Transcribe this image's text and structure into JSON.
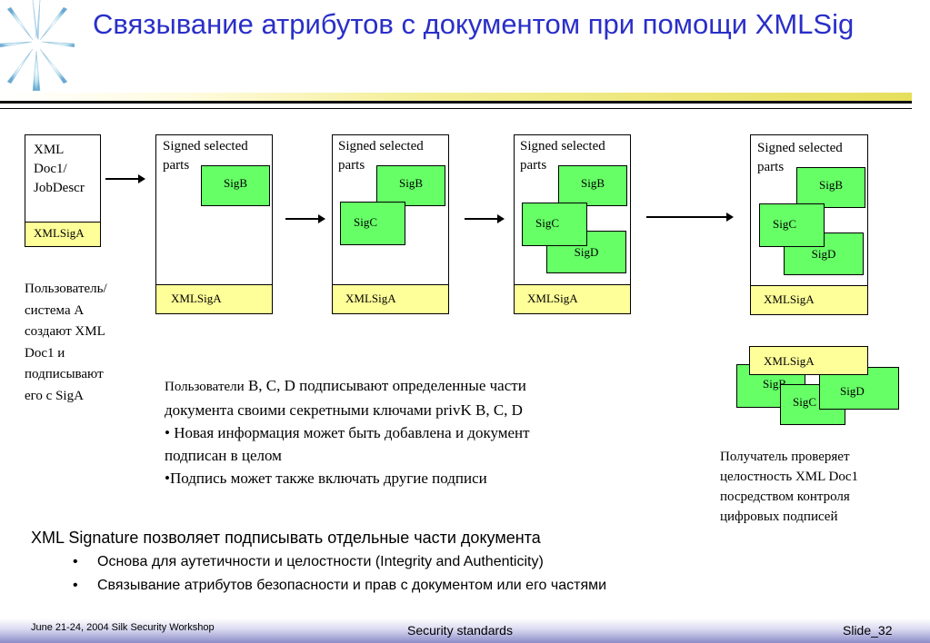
{
  "title": "Связывание атрибутов с документом при помощи XMLSig",
  "doc_box": {
    "text_lines": [
      "XML",
      "Doc1/",
      "JobDescr"
    ],
    "sig_label": "XMLSigA"
  },
  "panel_header": "Signed selected parts",
  "xmlsiga": "XMLSigA",
  "sigb": "SigB",
  "sigc": "SigC",
  "sigd": "SigD",
  "left_caption": [
    "Пользователь/",
    "система А",
    "создают XML",
    "Doc1 и",
    "подписывают",
    "его с SigA"
  ],
  "center_text": {
    "line1_small": "Пользователи",
    "line1_rest": " B, C, D подписывают определенные части",
    "line2": "документа своими секретными ключами privK B, C, D",
    "line3": "• Новая информация может быть добавлена и документ",
    "line4": "подписан в целом",
    "line5": "•Подпись может также включать другие подписи"
  },
  "right_caption": [
    "Получатель проверяет",
    "целостность XML Doc1",
    "посредством контроля",
    "цифровых подписей"
  ],
  "verify_cluster": {
    "top": "XMLSigA",
    "sigb_partial": "SigB",
    "sigc_partial": "SigC",
    "sigd": "SigD"
  },
  "bottom": {
    "headline": "XML Signature позволяет подписывать отдельные части документа",
    "bullets": [
      "Основа для аутетичности и целостности (Integrity and Authenticity)",
      "Связывание атрибутов безопасности и прав с документом или его частями"
    ]
  },
  "footer": {
    "left": "June 21-24, 2004 Silk Security Workshop",
    "center": "Security standards",
    "right": "Slide_32"
  }
}
